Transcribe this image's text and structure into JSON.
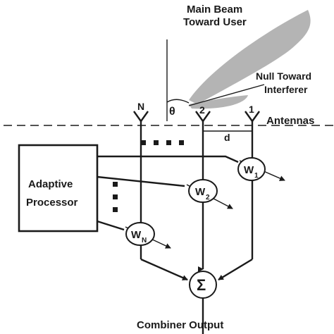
{
  "labels": {
    "main_beam_line1": "Main Beam",
    "main_beam_line2": "Toward User",
    "null_line1": "Null Toward",
    "null_line2": "Interferer",
    "theta": "θ",
    "antennas": "Antennas",
    "d": "d",
    "antenna_N": "N",
    "antenna_2": "2",
    "antenna_1": "1",
    "processor_line1": "Adaptive",
    "processor_line2": "Processor",
    "w1": "W",
    "w1_sub": "1",
    "w2": "W",
    "w2_sub": "2",
    "wN": "W",
    "wN_sub": "N",
    "sigma": "Σ",
    "combiner": "Combiner Output"
  },
  "colors": {
    "lobe": "#b4b4b4",
    "stroke": "#1a1a1a"
  }
}
